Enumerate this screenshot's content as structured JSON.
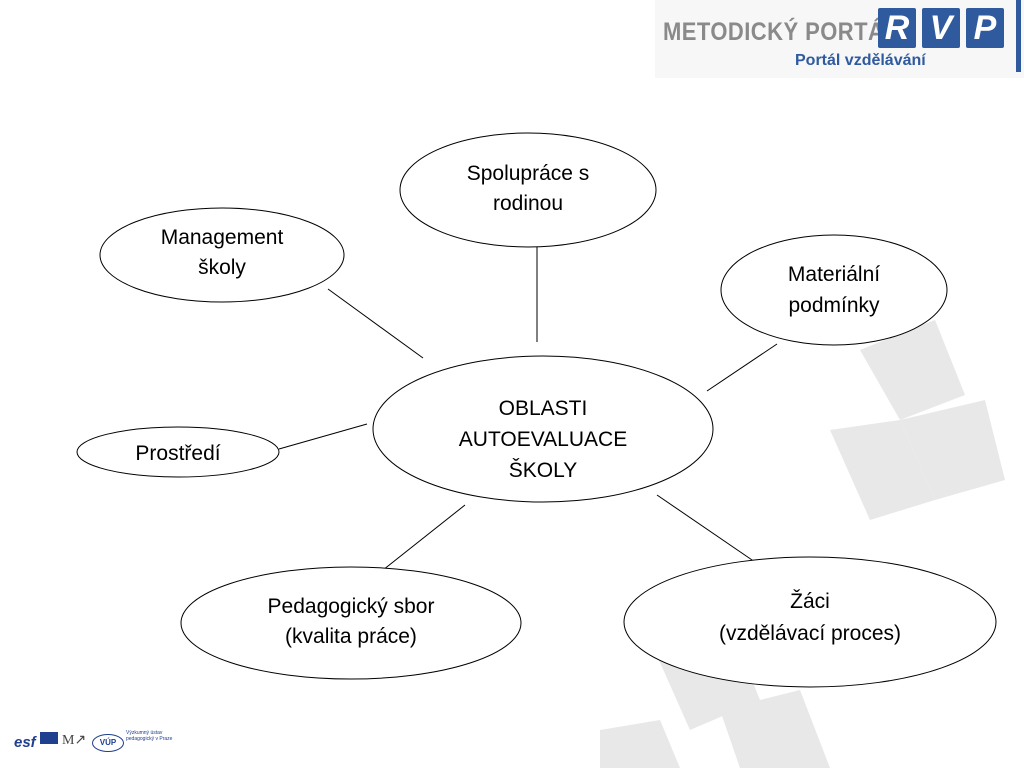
{
  "header": {
    "brand_title": "METODICKÝ PORTÁL",
    "brand_letters": [
      "R",
      "V",
      "P"
    ],
    "brand_subtitle": "Portál vzdělávání",
    "brand_color": "#2f5a9e"
  },
  "diagram": {
    "center": [
      "OBLASTI",
      "AUTOEVALUACE",
      "ŠKOLY"
    ],
    "nodes": {
      "spoluprace": [
        "Spolupráce s",
        "rodinou"
      ],
      "management": [
        "Management",
        "školy"
      ],
      "materialni": [
        "Materiální",
        "podmínky"
      ],
      "prostredi": [
        "Prostředí"
      ],
      "pedagogicky": [
        "Pedagogický sbor",
        "(kvalita práce)"
      ],
      "zaci": [
        "Žáci",
        "(vzdělávací proces)"
      ]
    }
  },
  "footer": {
    "esf": "esf",
    "vup_abbr": "VÚP",
    "vup_name": "Výzkumný ústav pedagogický v Praze"
  }
}
